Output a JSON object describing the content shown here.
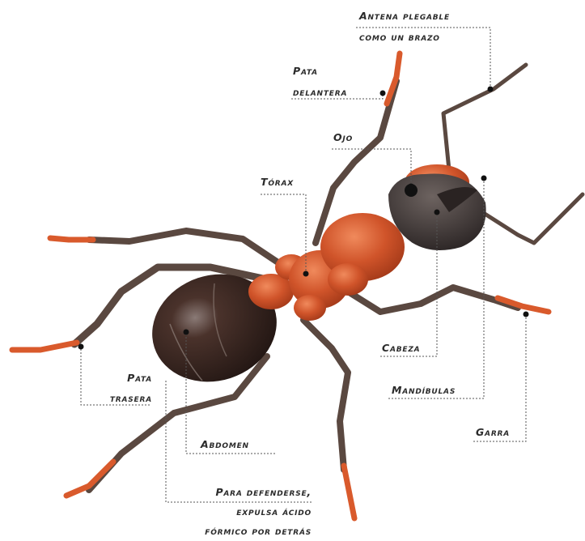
{
  "labels": {
    "antena_l1": "Antena plegable",
    "antena_l2": "como un brazo",
    "pata_delantera_l1": "Pata",
    "pata_delantera_l2": "delantera",
    "ojo": "Ojo",
    "torax": "Tórax",
    "pata_trasera_l1": "Pata",
    "pata_trasera_l2": "trasera",
    "cabeza": "Cabeza",
    "mandibulas": "Mandíbulas",
    "garra": "Garra",
    "abdomen": "Abdomen",
    "defensa_l1": "Para defenderse,",
    "defensa_l2": "expulsa ácido",
    "defensa_l3": "fórmico por detrás"
  },
  "colors": {
    "body_orange": "#c8481e",
    "body_orange_light": "#e46a3a",
    "abdomen_dark": "#3a2620",
    "head_dark": "#3b3431",
    "leg_brown": "#5a4840",
    "leg_tip_orange": "#d95a2c",
    "leader_line": "#555555",
    "label_text": "#2b2b2b"
  }
}
